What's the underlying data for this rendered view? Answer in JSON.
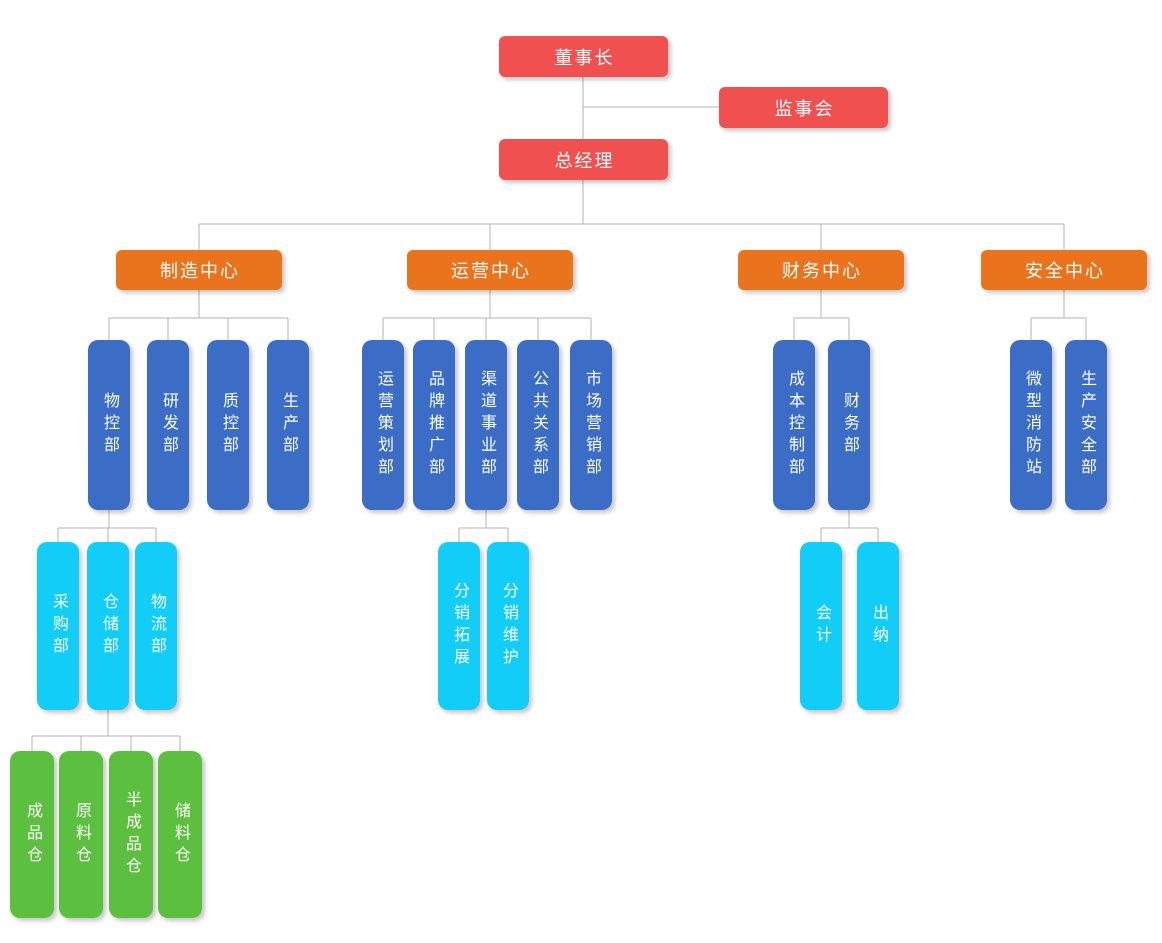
{
  "diagram": {
    "type": "org-chart",
    "language": "zh-CN"
  },
  "colors": {
    "red": "#f05150",
    "orange": "#ea731d",
    "blue": "#3b6dc7",
    "cyan": "#11cdf7",
    "green": "#5dbf40",
    "line": "#b3b3b3",
    "text": "#ffffff",
    "background": "#ffffff"
  },
  "nodes": {
    "chairman": {
      "label": "董事长"
    },
    "supervisory_board": {
      "label": "监事会"
    },
    "general_manager": {
      "label": "总经理"
    },
    "manufacturing_center": {
      "label": "制造中心"
    },
    "operations_center": {
      "label": "运营中心"
    },
    "finance_center": {
      "label": "财务中心"
    },
    "safety_center": {
      "label": "安全中心"
    },
    "material_control": {
      "label": "物控部"
    },
    "rnd": {
      "label": "研发部"
    },
    "quality_control": {
      "label": "质控部"
    },
    "production": {
      "label": "生产部"
    },
    "operations_planning": {
      "label": "运营策划部"
    },
    "brand_promotion": {
      "label": "品牌推广部"
    },
    "channel_business": {
      "label": "渠道事业部"
    },
    "public_relations": {
      "label": "公共关系部"
    },
    "marketing": {
      "label": "市场营销部"
    },
    "cost_control": {
      "label": "成本控制部"
    },
    "finance_dept": {
      "label": "财务部"
    },
    "micro_fire_station": {
      "label": "微型消防站"
    },
    "production_safety": {
      "label": "生产安全部"
    },
    "purchasing": {
      "label": "采购部"
    },
    "warehousing": {
      "label": "仓储部"
    },
    "logistics": {
      "label": "物流部"
    },
    "distribution_expansion": {
      "label": "分销拓展"
    },
    "distribution_maintenance": {
      "label": "分销维护"
    },
    "accounting": {
      "label": "会计"
    },
    "cashier": {
      "label": "出纳"
    },
    "finished_goods_warehouse": {
      "label": "成品仓"
    },
    "raw_material_warehouse": {
      "label": "原料仓"
    },
    "semi_finished_warehouse": {
      "label": "半成品仓"
    },
    "storage_warehouse": {
      "label": "储料仓"
    }
  },
  "edges": [
    {
      "from": "chairman",
      "to": "supervisory_board"
    },
    {
      "from": "chairman",
      "to": "general_manager"
    },
    {
      "from": "general_manager",
      "to": "manufacturing_center"
    },
    {
      "from": "general_manager",
      "to": "operations_center"
    },
    {
      "from": "general_manager",
      "to": "finance_center"
    },
    {
      "from": "general_manager",
      "to": "safety_center"
    },
    {
      "from": "manufacturing_center",
      "to": "material_control"
    },
    {
      "from": "manufacturing_center",
      "to": "rnd"
    },
    {
      "from": "manufacturing_center",
      "to": "quality_control"
    },
    {
      "from": "manufacturing_center",
      "to": "production"
    },
    {
      "from": "operations_center",
      "to": "operations_planning"
    },
    {
      "from": "operations_center",
      "to": "brand_promotion"
    },
    {
      "from": "operations_center",
      "to": "channel_business"
    },
    {
      "from": "operations_center",
      "to": "public_relations"
    },
    {
      "from": "operations_center",
      "to": "marketing"
    },
    {
      "from": "finance_center",
      "to": "cost_control"
    },
    {
      "from": "finance_center",
      "to": "finance_dept"
    },
    {
      "from": "safety_center",
      "to": "micro_fire_station"
    },
    {
      "from": "safety_center",
      "to": "production_safety"
    },
    {
      "from": "material_control",
      "to": "purchasing"
    },
    {
      "from": "material_control",
      "to": "warehousing"
    },
    {
      "from": "material_control",
      "to": "logistics"
    },
    {
      "from": "channel_business",
      "to": "distribution_expansion"
    },
    {
      "from": "channel_business",
      "to": "distribution_maintenance"
    },
    {
      "from": "finance_dept",
      "to": "accounting"
    },
    {
      "from": "finance_dept",
      "to": "cashier"
    },
    {
      "from": "warehousing",
      "to": "finished_goods_warehouse"
    },
    {
      "from": "warehousing",
      "to": "raw_material_warehouse"
    },
    {
      "from": "warehousing",
      "to": "semi_finished_warehouse"
    },
    {
      "from": "warehousing",
      "to": "storage_warehouse"
    }
  ]
}
